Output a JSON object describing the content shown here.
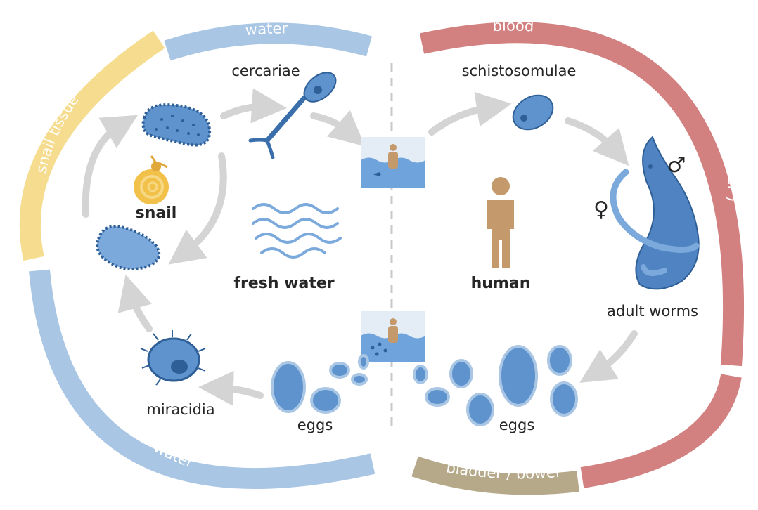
{
  "arcs": {
    "water_top": "water",
    "snail_tissue": "snail tissue",
    "water_bottom": "water",
    "blood": "blood",
    "liver": "( liver )",
    "bladder_bowel_paren": "(bladder / bowel)",
    "bladder_bowel": "bladder / bowel"
  },
  "labels": {
    "cercariae": "cercariae",
    "schistosomulae": "schistosomulae",
    "snail": "snail",
    "fresh_water": "fresh water",
    "human": "human",
    "adult_worms": "adult worms",
    "miracidia": "miracidia",
    "eggs_left": "eggs",
    "eggs_right": "eggs",
    "male_symbol": "♂",
    "female_symbol": "♀"
  },
  "colors": {
    "water_arc": "#a9c6e4",
    "snail_arc": "#f5dc8e",
    "blood_arc": "#d38080",
    "bladder_arc": "#b5a98a",
    "organism_blue": "#5f93cd",
    "organism_dark": "#2f5f97",
    "arrow_gray": "#d4d4d4",
    "human_tan": "#c49a6c",
    "snail_yellow": "#f2c14a"
  }
}
